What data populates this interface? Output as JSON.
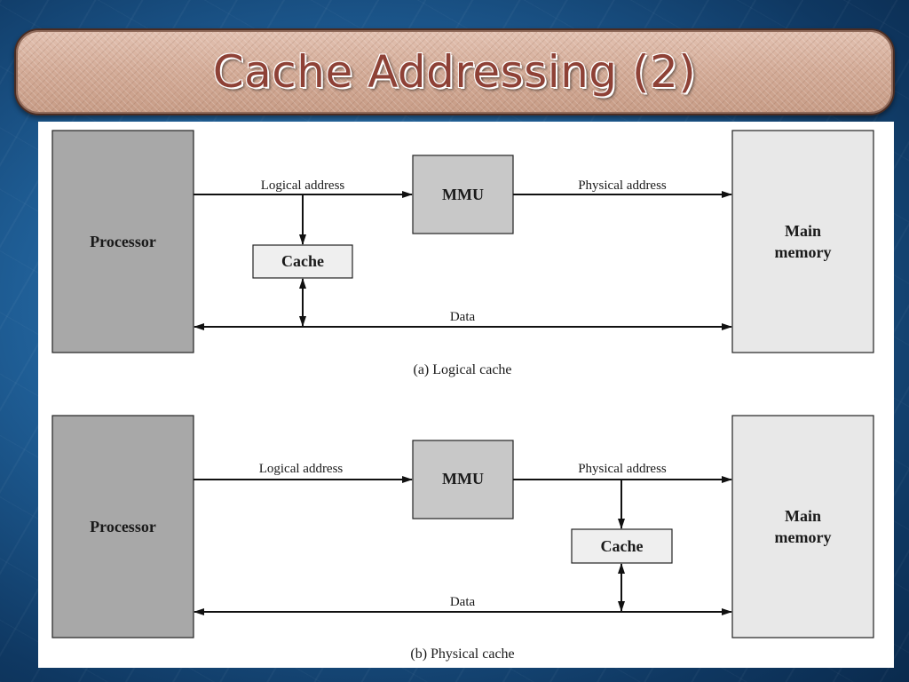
{
  "slide": {
    "title": "Cache Addressing (2)"
  },
  "diagrams": [
    {
      "processor_label": "Processor",
      "mmu_label": "MMU",
      "cache_label": "Cache",
      "memory_label_line1": "Main",
      "memory_label_line2": "memory",
      "logical_address_label": "Logical address",
      "physical_address_label": "Physical address",
      "data_label": "Data",
      "caption": "(a) Logical cache"
    },
    {
      "processor_label": "Processor",
      "mmu_label": "MMU",
      "cache_label": "Cache",
      "memory_label_line1": "Main",
      "memory_label_line2": "memory",
      "logical_address_label": "Logical address",
      "physical_address_label": "Physical address",
      "data_label": "Data",
      "caption": "(b) Physical cache"
    }
  ],
  "colors": {
    "processor_fill": "#a8a8a8",
    "mmu_fill": "#c8c8c8",
    "memory_fill": "#e8e8e8",
    "cache_fill": "#efefef"
  }
}
